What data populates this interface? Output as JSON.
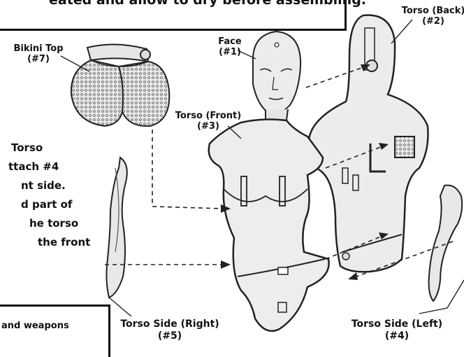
{
  "header": {
    "text": "eated and allow to dry before assembling."
  },
  "labels": {
    "face": [
      "Face",
      "(#1)"
    ],
    "torso_back": [
      "Torso (Back)",
      "(#2)"
    ],
    "bikini_top": [
      "Bikini Top",
      "(#7)"
    ],
    "torso_front": [
      "Torso (Front)",
      "(#3)"
    ],
    "torso_side_right": [
      "Torso Side (Right)",
      "(#5)"
    ],
    "torso_side_left": [
      "Torso Side (Left)",
      "(#4)"
    ]
  },
  "instructions": [
    "Torso",
    "ttach #4",
    "nt side.",
    "d part of",
    "he torso",
    " the front"
  ],
  "footer": {
    "text": "and weapons"
  }
}
